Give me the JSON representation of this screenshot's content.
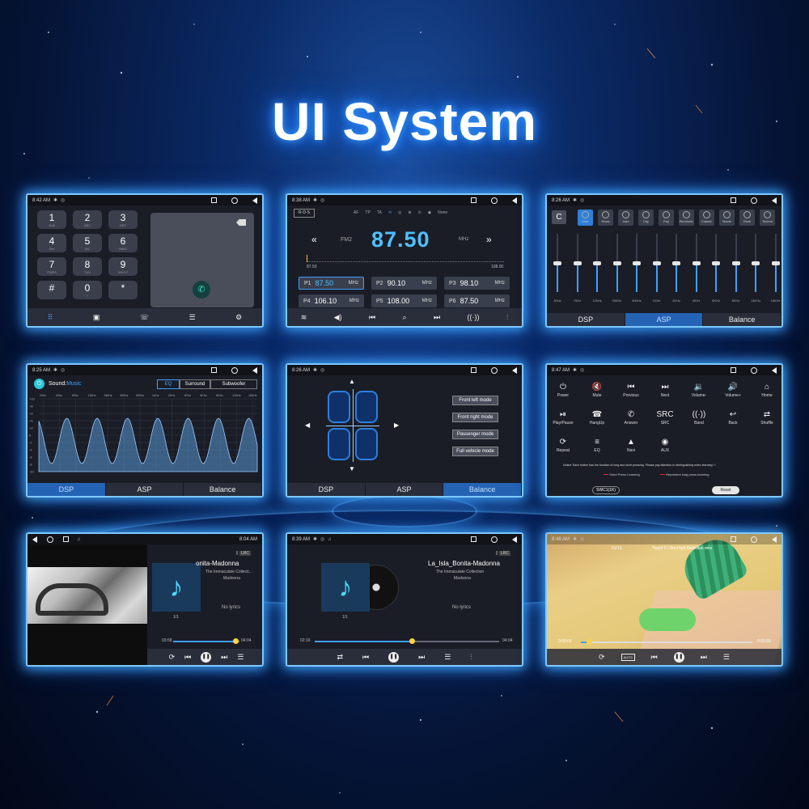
{
  "title": "UI System",
  "dialer": {
    "time": "8:42 AM",
    "keys": [
      {
        "d": "1",
        "l": "Gulf"
      },
      {
        "d": "2",
        "l": "ABC"
      },
      {
        "d": "3",
        "l": "DEF"
      },
      {
        "d": "4",
        "l": "GHI"
      },
      {
        "d": "5",
        "l": "JKL"
      },
      {
        "d": "6",
        "l": "MNO"
      },
      {
        "d": "7",
        "l": "PQRS"
      },
      {
        "d": "8",
        "l": "TUV"
      },
      {
        "d": "9",
        "l": "WXYZ"
      },
      {
        "d": "#",
        "l": ""
      },
      {
        "d": "0",
        "l": "+"
      },
      {
        "d": "*",
        "l": ""
      }
    ]
  },
  "radio": {
    "time": "8:38 AM",
    "rds": "R·D·S",
    "flags": [
      "AF",
      "TP",
      "TA"
    ],
    "pty": "None",
    "band": "FM2",
    "freq": "87.50",
    "unit": "MHz",
    "scale_min": "87.50",
    "scale_max": "108.00",
    "presets": [
      {
        "p": "P1",
        "v": "87.50",
        "u": "MHz"
      },
      {
        "p": "P2",
        "v": "90.10",
        "u": "MHz"
      },
      {
        "p": "P3",
        "v": "98.10",
        "u": "MHz"
      },
      {
        "p": "P4",
        "v": "106.10",
        "u": "MHz"
      },
      {
        "p": "P5",
        "v": "108.00",
        "u": "MHz"
      },
      {
        "p": "P6",
        "v": "87.50",
        "u": "MHz"
      }
    ]
  },
  "asp": {
    "time": "8:26 AM",
    "presets": [
      "User",
      "News",
      "Jazz",
      "City",
      "Pop",
      "Electronic",
      "Classic",
      "Movie",
      "Rock",
      "Techno"
    ],
    "freqs": [
      "30Hz",
      "75Hz",
      "125Hz",
      "250Hz",
      "500Hz",
      "1KHz",
      "2KHz",
      "4KHz",
      "6KHz",
      "8KHz",
      "14KHz",
      "16KHz"
    ],
    "levels": [
      0.5,
      0.5,
      0.5,
      0.5,
      0.5,
      0.5,
      0.5,
      0.5,
      0.5,
      0.5,
      0.5,
      0.5
    ],
    "tabs": [
      "DSP",
      "ASP",
      "Balance"
    ]
  },
  "dsp": {
    "time": "8:25 AM",
    "sound_label": "Sound:",
    "sound_value": "Music",
    "tabs": [
      "EQ",
      "Surround",
      "Subwoofer"
    ],
    "bottom_tabs": [
      "DSP",
      "ASP",
      "Balance"
    ],
    "freqs": [
      "20Hz",
      "40Hz",
      "63Hz",
      "125Hz",
      "250Hz",
      "400Hz",
      "630Hz",
      "1KHz",
      "2KHz",
      "4KHz",
      "6KHz",
      "8KHz",
      "12KHz",
      "16KHz"
    ],
    "yticks": [
      "+10",
      "+8",
      "+6",
      "+4",
      "+2",
      "0",
      "-2",
      "-4",
      "-6",
      "-8",
      "-10"
    ]
  },
  "balance": {
    "time": "8:26 AM",
    "modes": [
      "Front left mode",
      "Front right mode",
      "Passenger mode",
      "Full vehicle mode"
    ],
    "tabs": [
      "DSP",
      "ASP",
      "Balance"
    ]
  },
  "steering": {
    "time": "8:47 AM",
    "buttons": [
      {
        "g": "⏻",
        "l": "Power"
      },
      {
        "g": "🔇",
        "l": "Mute"
      },
      {
        "g": "⏮",
        "l": "Previous"
      },
      {
        "g": "⏭",
        "l": "Next"
      },
      {
        "g": "🔉",
        "l": "Volume-"
      },
      {
        "g": "🔊",
        "l": "Volume+"
      },
      {
        "g": "⌂",
        "l": "Home"
      },
      {
        "g": "⏯",
        "l": "Play/Pause"
      },
      {
        "g": "☎",
        "l": "HangUp"
      },
      {
        "g": "✆",
        "l": "Answer"
      },
      {
        "g": "SRC",
        "l": "SRC"
      },
      {
        "g": "((·))",
        "l": "Band"
      },
      {
        "g": "↩",
        "l": "Back"
      },
      {
        "g": "⇄",
        "l": "Shuffle"
      },
      {
        "g": "⟳",
        "l": "Repeat"
      },
      {
        "g": "≡",
        "l": "EQ"
      },
      {
        "g": "▲",
        "l": "Navi"
      },
      {
        "g": "◉",
        "l": "AUX"
      }
    ],
    "notice": "Notice' Each button has the function of long and short pressing. Please pay attention to distinguishing when learning ! !",
    "short_press": "Short Press Learning",
    "long_press": "Represent long press learning",
    "swc": "SWC1(1K)",
    "reset": "Reset"
  },
  "music1": {
    "time": "8:04 AM",
    "song": "onita-Madonna",
    "album": "The Immaculate Collecti...",
    "artist": "Madonna",
    "lyrics": "No lyrics",
    "lrc": "LRC",
    "page": "1/1",
    "elapsed": "03:58",
    "total": "04:04",
    "progress": 0.94
  },
  "music2": {
    "time": "8:39 AM",
    "song": "La_Isla_Bonita-Madonna",
    "album": "The Immaculate Collection",
    "artist": "Madonna",
    "lyrics": "No lyrics",
    "lrc": "LRC",
    "page": "1/1",
    "elapsed": "02:16",
    "total": "04:04",
    "progress": 0.53
  },
  "video": {
    "time": "8:48 AM",
    "index": "01/13",
    "file": "Topp9 6 Ultra High Definition.mkv",
    "elapsed": "0:00:09",
    "total": "0:01:59",
    "progress": 0.05,
    "mode": "AUTO"
  }
}
